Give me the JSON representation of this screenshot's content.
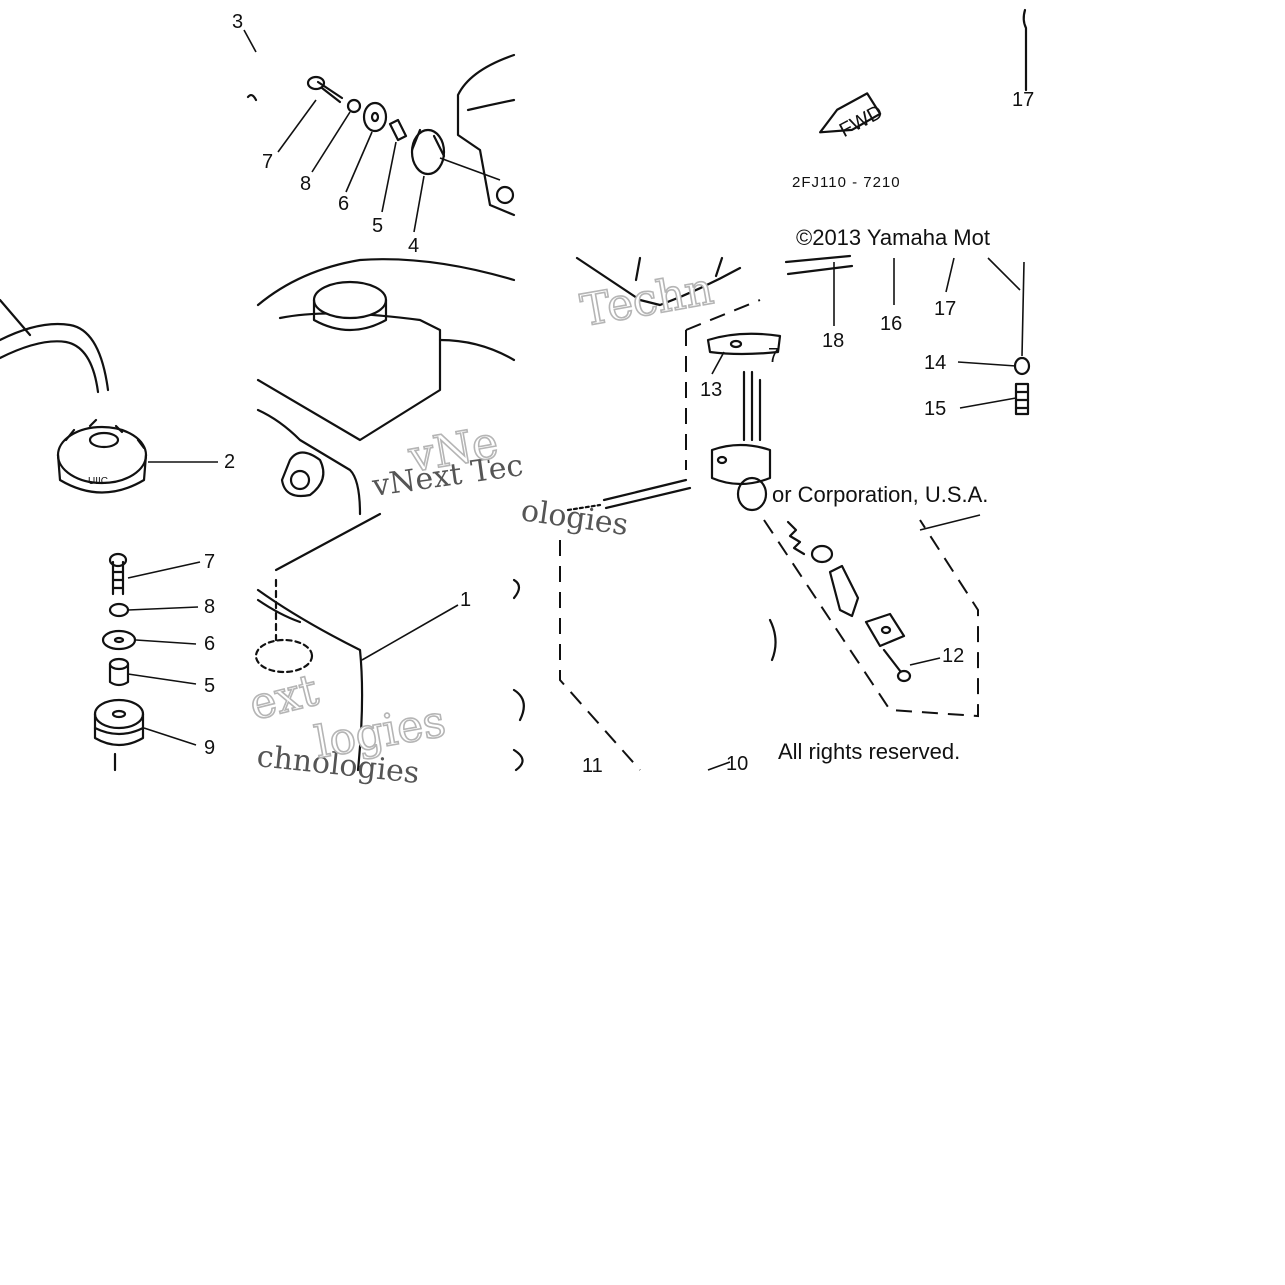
{
  "diagram": {
    "callouts": [
      "1",
      "2",
      "3",
      "4",
      "5",
      "6",
      "7",
      "8",
      "9",
      "10",
      "11",
      "12",
      "13",
      "14",
      "15",
      "16",
      "17",
      "18"
    ],
    "direction_arrow": "FWD",
    "figure_code": "2FJ110 - 7210",
    "copyright": {
      "line1": "©2013 Yamaha Mot",
      "line2": "or Corporation, U.S.A.",
      "line3": "All rights reserved."
    },
    "watermarks": [
      "Techn",
      "vNext Tec",
      "ologies",
      "vNe",
      "ext",
      "chnologies",
      "logies"
    ]
  }
}
